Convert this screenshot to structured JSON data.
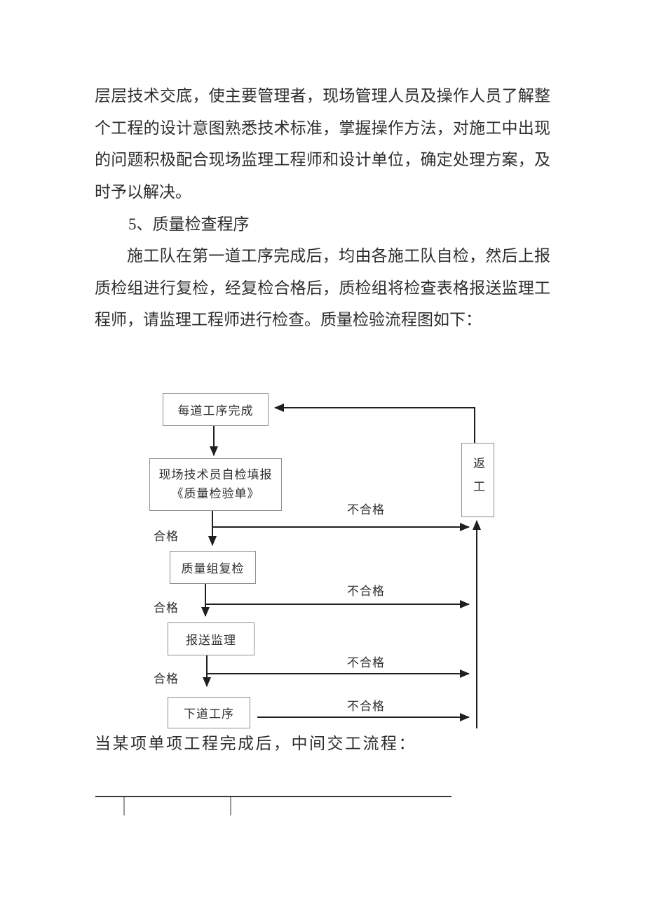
{
  "colors": {
    "ink": "#2e2e2e",
    "connector": "#1f1f1f",
    "box_border": "#8f8f8f",
    "page_bg": "#ffffff"
  },
  "paragraph1": {
    "lines": [
      "层层技术交底，使主要管理者，现场管理人员及操作人员了解整",
      "个工程的设计意图熟悉技术标准，掌握操作方法，对施工中出现",
      "的问题积极配合现场监理工程师和设计单位，确定处理方案，及",
      "时予以解决。"
    ]
  },
  "heading": {
    "text": "5、质量检查程序"
  },
  "paragraph2": {
    "lines": [
      "施工队在第一道工序完成后，均由各施工队自检，然后上报",
      "质检组进行复检，经复检合格后，质检组将检查表格报送监理工",
      "程师，请监理工程师进行检查。质量检验流程图如下："
    ]
  },
  "flowchart": {
    "boxes": {
      "step1": "每道工序完成",
      "step2_line1": "现场技术员自检填报",
      "step2_line2": "《质量检验单》",
      "step3": "质量组复检",
      "step4": "报送监理",
      "step5": "下道工序",
      "rework": "返工"
    },
    "labels": {
      "pass": "合格",
      "fail": "不合格"
    }
  },
  "closing": {
    "text": "当某项单项工程完成后，中间交工流程："
  }
}
